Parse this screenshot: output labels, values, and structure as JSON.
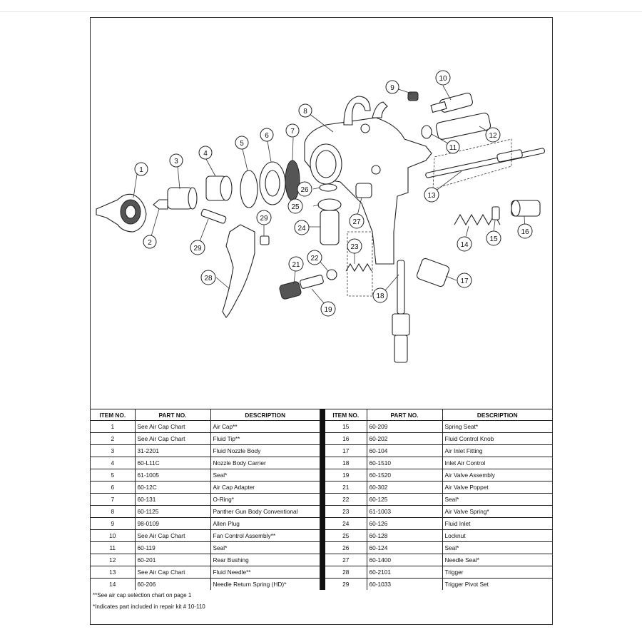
{
  "header": {
    "col_item": "ITEM NO.",
    "col_part": "PART NO.",
    "col_desc": "DESCRIPTION"
  },
  "parts_left": [
    {
      "item": "1",
      "part": "See Air Cap Chart",
      "desc": "Air Cap**"
    },
    {
      "item": "2",
      "part": "See Air Cap Chart",
      "desc": "Fluid Tip**"
    },
    {
      "item": "3",
      "part": "31-2201",
      "desc": "Fluid Nozzle Body"
    },
    {
      "item": "4",
      "part": "60-L11C",
      "desc": "Nozzle Body Carrier"
    },
    {
      "item": "5",
      "part": "61-1005",
      "desc": "Seal*"
    },
    {
      "item": "6",
      "part": "60-12C",
      "desc": "Air Cap Adapter"
    },
    {
      "item": "7",
      "part": "60-131",
      "desc": "O-Ring*"
    },
    {
      "item": "8",
      "part": "60-1125",
      "desc": "Panther Gun Body Conventional"
    },
    {
      "item": "9",
      "part": "98-0109",
      "desc": "Allen Plug"
    },
    {
      "item": "10",
      "part": "See Air Cap Chart",
      "desc": "Fan Control Assembly**"
    },
    {
      "item": "11",
      "part": "60-119",
      "desc": "Seal*"
    },
    {
      "item": "12",
      "part": "60-201",
      "desc": "Rear Bushing"
    },
    {
      "item": "13",
      "part": "See Air Cap Chart",
      "desc": "Fluid Needle**"
    },
    {
      "item": "14",
      "part": "60-206",
      "desc": "Needle Return Spring (HD)*"
    }
  ],
  "parts_right": [
    {
      "item": "15",
      "part": "60-209",
      "desc": "Spring Seat*"
    },
    {
      "item": "16",
      "part": "60-202",
      "desc": "Fluid Control Knob"
    },
    {
      "item": "17",
      "part": "60-104",
      "desc": "Air Inlet Fitting"
    },
    {
      "item": "18",
      "part": "60-1510",
      "desc": "Inlet Air Control"
    },
    {
      "item": "19",
      "part": "60-1520",
      "desc": "Air Valve Assembly"
    },
    {
      "item": "21",
      "part": "60-302",
      "desc": "Air Valve Poppet"
    },
    {
      "item": "22",
      "part": "60-125",
      "desc": "Seal*"
    },
    {
      "item": "23",
      "part": "61-1003",
      "desc": "Air Valve Spring*"
    },
    {
      "item": "24",
      "part": "60-126",
      "desc": "Fluid Inlet"
    },
    {
      "item": "25",
      "part": "60-128",
      "desc": "Locknut"
    },
    {
      "item": "26",
      "part": "60-124",
      "desc": "Seal*"
    },
    {
      "item": "27",
      "part": "60-1400",
      "desc": "Needle Seal*"
    },
    {
      "item": "28",
      "part": "60-2101",
      "desc": "Trigger"
    },
    {
      "item": "29",
      "part": "60-1033",
      "desc": "Trigger Pivot Set"
    }
  ],
  "notes": [
    "**See air cap selection chart on page 1",
    "*Indicates part included in repair kit # 10-110"
  ],
  "callouts": [
    "1",
    "2",
    "3",
    "4",
    "5",
    "6",
    "7",
    "8",
    "9",
    "10",
    "11",
    "12",
    "13",
    "14",
    "15",
    "16",
    "17",
    "18",
    "19",
    "21",
    "22",
    "23",
    "24",
    "25",
    "26",
    "27",
    "28",
    "29",
    "29"
  ]
}
